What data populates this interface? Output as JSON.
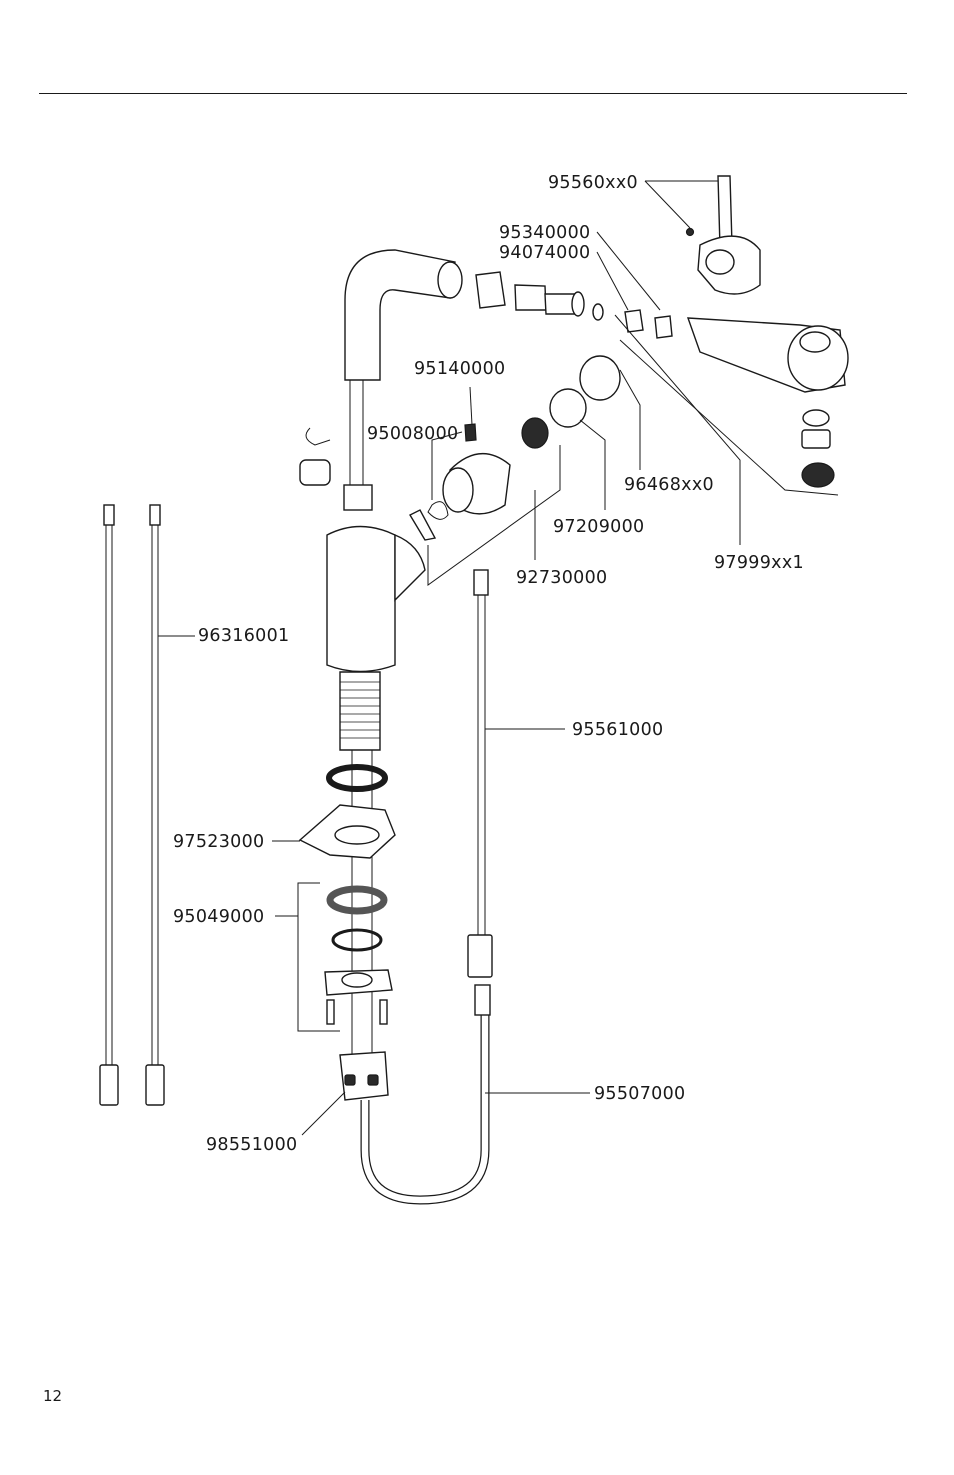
{
  "page_number": "12",
  "callouts": {
    "c95560": "95560xx0",
    "c95340": "95340000",
    "c94074": "94074000",
    "c95140": "95140000",
    "c95008": "95008000",
    "c96468": "96468xx0",
    "c97209": "97209000",
    "c97999": "97999xx1",
    "c92730": "92730000",
    "c96316": "96316001",
    "c95561": "95561000",
    "c97523": "97523000",
    "c95049": "95049000",
    "c95507": "95507000",
    "c98551": "98551000"
  }
}
